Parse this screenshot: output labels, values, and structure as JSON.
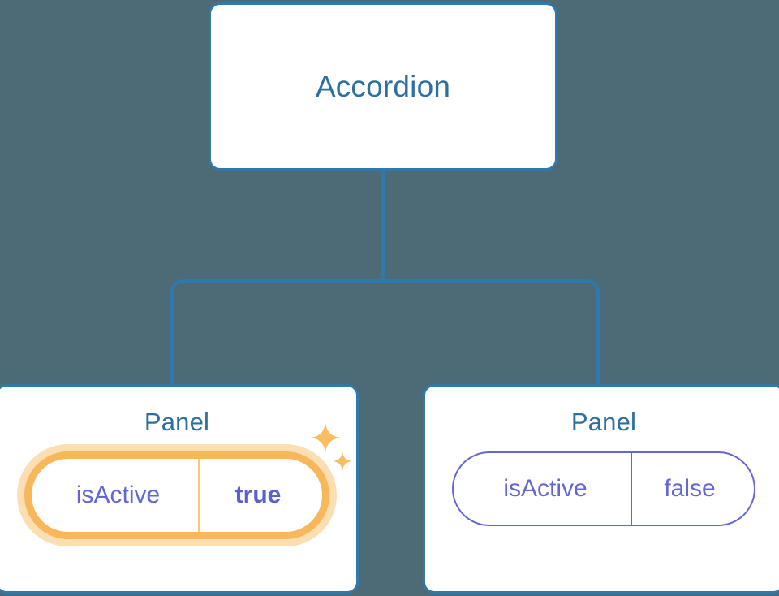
{
  "diagram": {
    "type": "component-tree",
    "background_color": "#4d6b77",
    "node_border_color": "#3178ab",
    "node_title_color": "#2d6f9e",
    "prop_text_color": "#6366d6",
    "highlight_color": "#f7b75a",
    "highlight_glow_color": "#fbdfb2",
    "connector_color": "#3178ab",
    "root": {
      "title": "Accordion"
    },
    "children": [
      {
        "title": "Panel",
        "highlighted": true,
        "prop": {
          "key": "isActive",
          "value": "true"
        },
        "decorations": [
          "sparkle-icon",
          "sparkle-icon"
        ]
      },
      {
        "title": "Panel",
        "highlighted": false,
        "prop": {
          "key": "isActive",
          "value": "false"
        },
        "decorations": []
      }
    ]
  }
}
